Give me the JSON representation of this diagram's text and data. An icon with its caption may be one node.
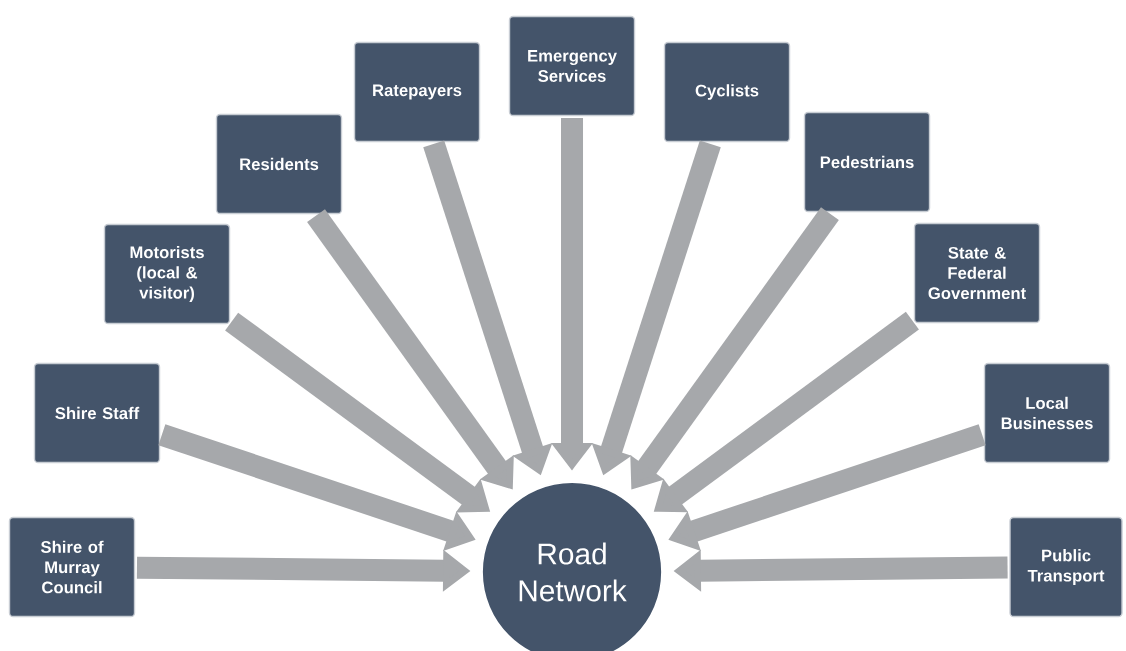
{
  "diagram": {
    "nodes": [
      {
        "text": [
          "Shire of Murray Council"
        ]
      },
      {
        "text": [
          "Shire Staff"
        ]
      },
      {
        "text": [
          "Motorists (local & visitor)"
        ]
      },
      {
        "text": [
          "Residents"
        ]
      },
      {
        "text": [
          "Ratepayers"
        ]
      },
      {
        "text": [
          "Emergency Services"
        ]
      },
      {
        "text": [
          "Cyclists"
        ]
      },
      {
        "text": [
          "Pedestrians"
        ]
      },
      {
        "text": [
          "State & Federal Government"
        ]
      },
      {
        "text": [
          "Local Businesses"
        ]
      },
      {
        "text": [
          "Public Transport"
        ]
      },
      {
        "text": [
          "Road Network"
        ]
      }
    ],
    "edges": [
      {
        "from": 0,
        "to": 11,
        "arrow": "to"
      },
      {
        "from": 1,
        "to": 11,
        "arrow": "to"
      },
      {
        "from": 2,
        "to": 11,
        "arrow": "to"
      },
      {
        "from": 3,
        "to": 11,
        "arrow": "to"
      },
      {
        "from": 4,
        "to": 11,
        "arrow": "to"
      },
      {
        "from": 5,
        "to": 11,
        "arrow": "to"
      },
      {
        "from": 6,
        "to": 11,
        "arrow": "to"
      },
      {
        "from": 7,
        "to": 11,
        "arrow": "to"
      },
      {
        "from": 8,
        "to": 11,
        "arrow": "to"
      },
      {
        "from": 9,
        "to": 11,
        "arrow": "to"
      },
      {
        "from": 10,
        "to": 11,
        "arrow": "to"
      }
    ]
  }
}
